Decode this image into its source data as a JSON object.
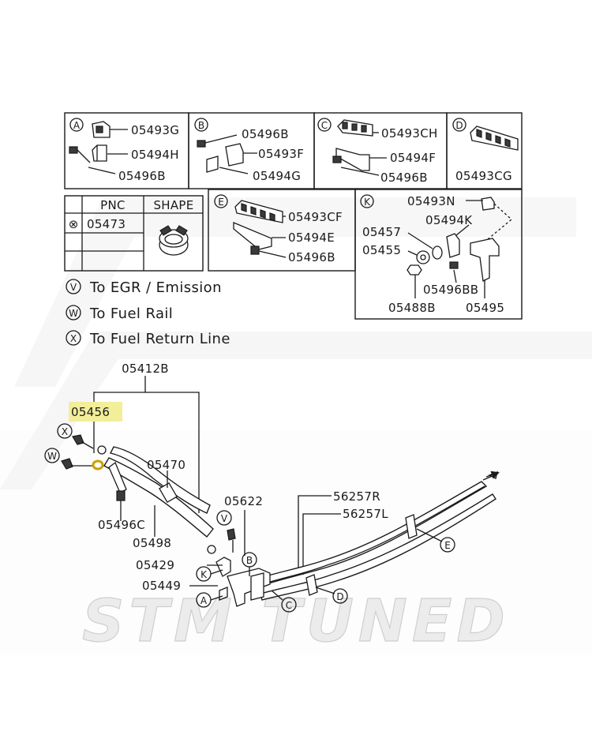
{
  "boxes": {
    "A": {
      "letter": "A",
      "parts": [
        "05493G",
        "05494H",
        "05496B"
      ]
    },
    "B": {
      "letter": "B",
      "parts": [
        "05496B",
        "05493F",
        "05494G"
      ]
    },
    "C": {
      "letter": "C",
      "parts": [
        "05493CH",
        "05494F",
        "05496B"
      ]
    },
    "D": {
      "letter": "D",
      "parts": [
        "05493CG"
      ]
    },
    "E": {
      "letter": "E",
      "parts": [
        "05493CF",
        "05494E",
        "05496B"
      ]
    },
    "K": {
      "letter": "K",
      "parts": [
        "05493N",
        "05494K",
        "05457",
        "05455",
        "05496BB",
        "05488B",
        "05495"
      ]
    }
  },
  "pnc_table": {
    "header_pnc": "PNC",
    "header_shape": "SHAPE",
    "row_symbol": "⊗",
    "row_value": "05473"
  },
  "legend": [
    {
      "symbol": "V",
      "text": "To EGR / Emission"
    },
    {
      "symbol": "W",
      "text": "To Fuel Rail"
    },
    {
      "symbol": "X",
      "text": "To Fuel Return Line"
    }
  ],
  "main": {
    "labels": [
      "05412B",
      "05456",
      "05470",
      "05496C",
      "05498",
      "05622",
      "56257R",
      "56257L",
      "05429",
      "05449"
    ],
    "callouts": [
      "X",
      "W",
      "V",
      "K",
      "B",
      "A",
      "C",
      "D",
      "E"
    ],
    "highlight_color": "#f2ee9a"
  },
  "watermark": "STM TUNED"
}
